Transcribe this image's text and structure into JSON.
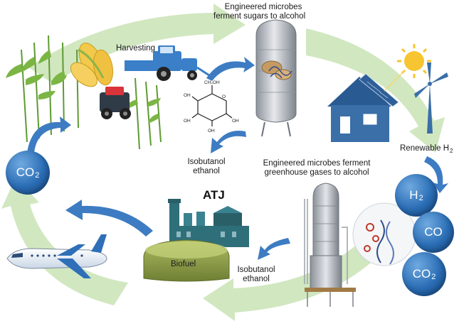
{
  "labels": {
    "harvesting": "Harvesting",
    "microbes_sugars_line1": "Engineered microbes",
    "microbes_sugars_line2": "ferment sugars to alcohol",
    "products_top_line1": "Isobutanol",
    "products_top_line2": "ethanol",
    "microbes_ghg_line1": "Engineered microbes ferment",
    "microbes_ghg_line2": "greenhouse gases to alcohol",
    "renewable_h2_prefix": "Renewable H",
    "renewable_h2_sub": "2",
    "atj": "ATJ",
    "biofuel": "Biofuel",
    "products_bottom_line1": "Isobutanol",
    "products_bottom_line2": "ethanol"
  },
  "bubbles": {
    "co2_left": {
      "main": "CO",
      "sub": "2"
    },
    "h2": {
      "main": "H",
      "sub": "2"
    },
    "co": {
      "main": "CO",
      "sub": ""
    },
    "co2_right": {
      "main": "CO",
      "sub": "2"
    }
  },
  "glucose_labels": {
    "ch2oh": "CH₂OH",
    "oh": "OH",
    "o": "O"
  },
  "colors": {
    "cycle_arrow": "#c9e3b5",
    "bubble_blue": "#2a6db5",
    "flow_arrow_blue": "#3d7cc2",
    "tractor_blue": "#3a7fc8",
    "house_blue": "#3a6fa8",
    "solar_panel": "#2e5f99",
    "sun": "#f7c531",
    "factory_teal": "#2f6f7a",
    "biofuel_tank": "#8a9a4a",
    "fermenter_gray": "#b8bcc2",
    "crop_green": "#6ea83c",
    "crop_yellow": "#f0c84a"
  },
  "icons": [
    "corn-crop-icon",
    "tractor-icon",
    "harvester-icon",
    "glucose-molecule-icon",
    "fermenter-tank-icon",
    "house-solar-icon",
    "sun-icon",
    "wind-turbine-icon",
    "gas-fermenter-column-icon",
    "microbe-circle-icon",
    "factory-icon",
    "biofuel-tank-icon",
    "airplane-icon"
  ]
}
